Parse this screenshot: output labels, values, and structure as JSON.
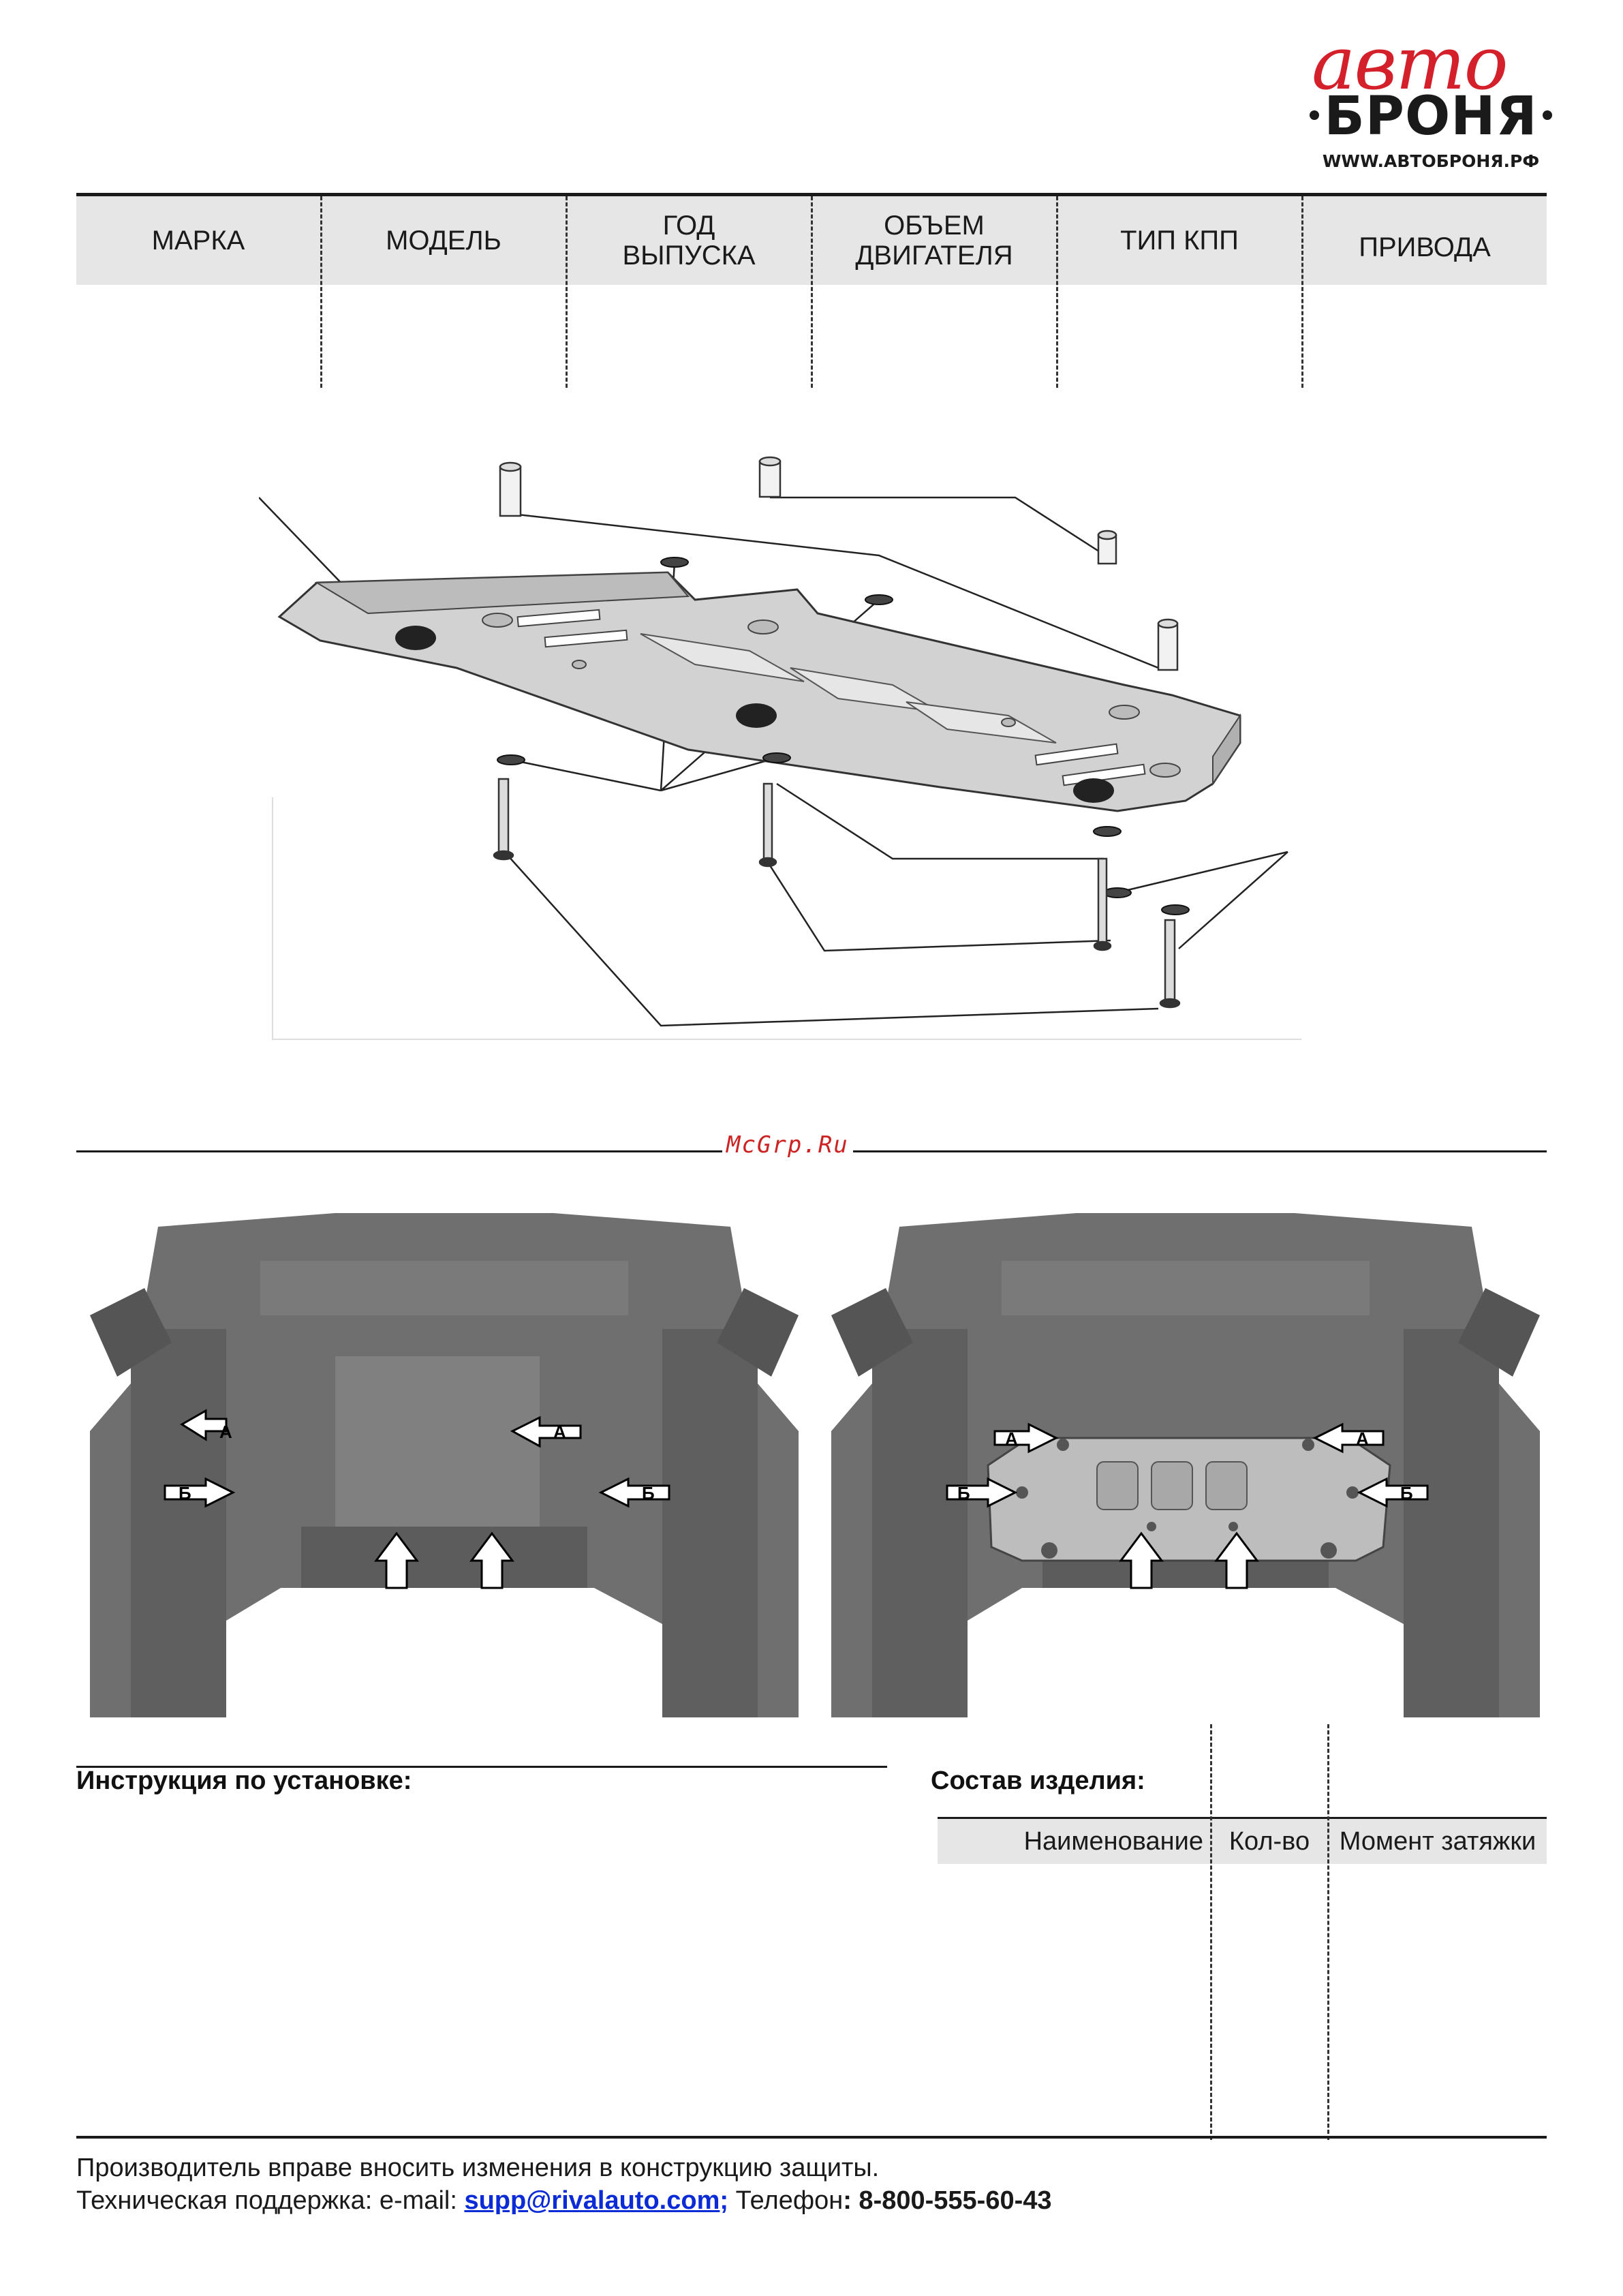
{
  "logo": {
    "script": "авто",
    "main": "БРОНЯ",
    "url": "WWW.АВТОБРОНЯ.РФ"
  },
  "header_table": {
    "columns": [
      {
        "label": "МАРКА"
      },
      {
        "label": "МОДЕЛЬ"
      },
      {
        "label": "ГОД\nВЫПУСКА"
      },
      {
        "label": "ОБЪЕМ\nДВИГАТЕЛЯ"
      },
      {
        "label": "ТИП КПП"
      },
      {
        "label": "ПРИВОДА"
      }
    ]
  },
  "watermark": "McGrp.Ru",
  "photos": {
    "left": {
      "labels": {
        "a_left": "А",
        "a_right": "А",
        "b_left": "Б",
        "b_right": "Б"
      }
    },
    "right": {
      "labels": {
        "a_left": "А",
        "a_right": "А",
        "b_left": "Б",
        "b_right": "Б"
      }
    }
  },
  "instructions": {
    "title": "Инструкция по установке:"
  },
  "composition": {
    "title": "Состав изделия:",
    "columns": [
      "Наименование",
      "Кол-во",
      "Момент затяжки"
    ]
  },
  "footer": {
    "note": "Производитель вправе вносить изменения в конструкцию защиты.",
    "support_prefix": "Техническая поддержка:  e-mail: ",
    "email": "supp@rivalauto.com",
    "email_suffix": ";",
    "phone_prefix": " Телефон",
    "phone": ": 8-800-555-60-43"
  },
  "colors": {
    "brand_red": "#d4202a",
    "link_blue": "#0a2bd6",
    "photo_gray": "#6f6f6f",
    "plate_gray": "#bdbdbd"
  }
}
